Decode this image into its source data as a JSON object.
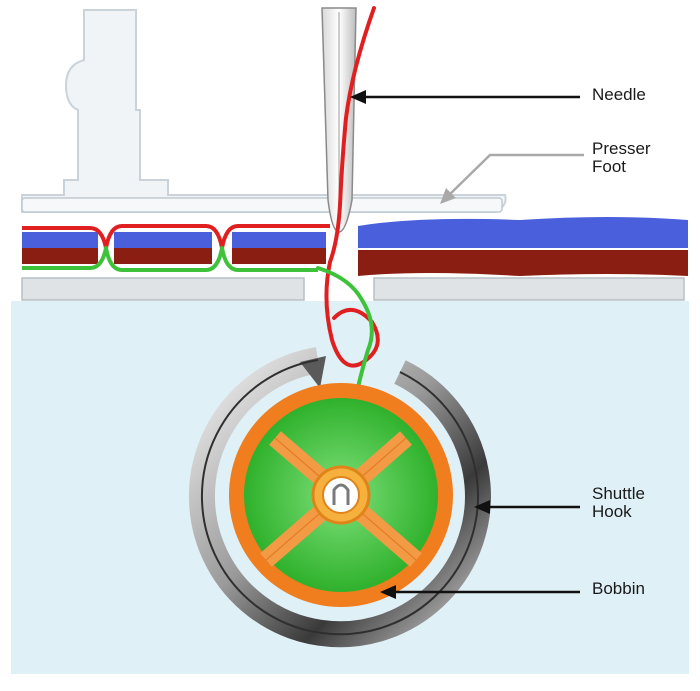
{
  "labels": {
    "needle": "Needle",
    "presser_foot_line1": "Presser",
    "presser_foot_line2": "Foot",
    "shuttle_hook_line1": "Shuttle",
    "shuttle_hook_line2": "Hook",
    "bobbin": "Bobbin"
  },
  "colors": {
    "needle_thread": "#e02020",
    "bobbin_thread": "#3ec23a",
    "fabric_top": "#4a5fdc",
    "fabric_bottom": "#8a1e12",
    "bobbin_disc": "#3ec23a",
    "bobbin_rim": "#f07d1e",
    "hook_metal": "#6e6e6e",
    "machine_body": "#f1f4f6",
    "bed_area": "#dff0f6"
  }
}
